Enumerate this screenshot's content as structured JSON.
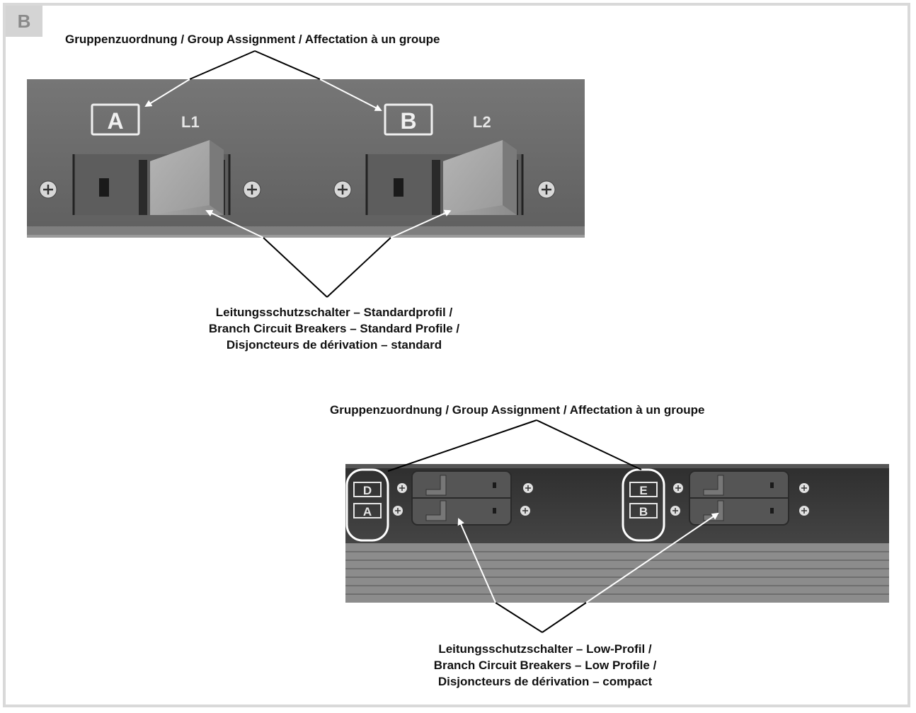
{
  "section_label": "B",
  "top_figure": {
    "group_caption": "Gruppenzuordnung / Group Assignment / Affectation à un groupe",
    "groups": [
      "A",
      "B"
    ],
    "circuits": [
      "L1",
      "L2"
    ],
    "breaker_caption": [
      "Leitungsschutzschalter – Standardprofil /",
      "Branch Circuit Breakers – Standard Profile /",
      "Disjoncteurs de dérivation – standard"
    ]
  },
  "bottom_figure": {
    "group_caption": "Gruppenzuordnung / Group Assignment / Affectation à un groupe",
    "left_groups": [
      "D",
      "A"
    ],
    "right_groups": [
      "E",
      "B"
    ],
    "breaker_caption": [
      "Leitungsschutzschalter – Low-Profil /",
      "Branch Circuit Breakers – Low Profile /",
      "Disjoncteurs de dérivation – compact"
    ]
  },
  "colors": {
    "panel_top": "#6b6b6b",
    "panel_low": "#3a3a3a",
    "frame": "#d9d9d9",
    "badge": "#d4d4d4"
  }
}
